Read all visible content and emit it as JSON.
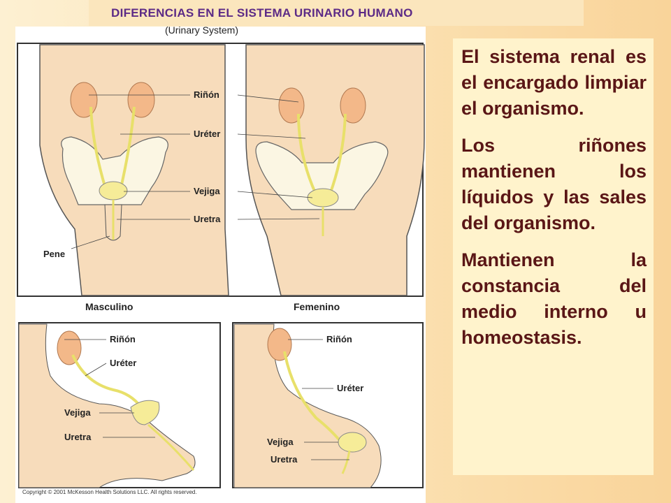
{
  "header": {
    "title": "DIFERENCIAS EN EL SISTEMA URINARIO HUMANO"
  },
  "diagram": {
    "subtitle": "(Urinary System)",
    "male_labels": {
      "rinon": "Riñón",
      "ureter": "Uréter",
      "vejiga": "Vejiga",
      "uretra": "Uretra",
      "pene": "Pene"
    },
    "captions": {
      "male": "Masculino",
      "female": "Femenino"
    },
    "side_male": {
      "rinon": "Riñón",
      "ureter": "Uréter",
      "vejiga": "Vejiga",
      "uretra": "Uretra"
    },
    "side_female": {
      "rinon": "Riñón",
      "ureter": "Uréter",
      "vejiga": "Vejiga",
      "uretra": "Uretra"
    },
    "copyright": "Copyright © 2001 McKesson Health Solutions LLC. All rights reserved."
  },
  "text": {
    "p1": "El sistema renal es el encargado limpiar el organismo.",
    "p2": "Los riñones mantienen los líquidos y las sales del organismo.",
    "p3": "Mantienen la constancia del medio interno u homeostasis."
  },
  "colors": {
    "skin": "#f7dcbb",
    "kidney": "#f3b889",
    "ureter": "#e8e06a",
    "bladder": "#f6ec98",
    "outline": "#555555",
    "text": "#5a1616",
    "title": "#5c2a86"
  }
}
